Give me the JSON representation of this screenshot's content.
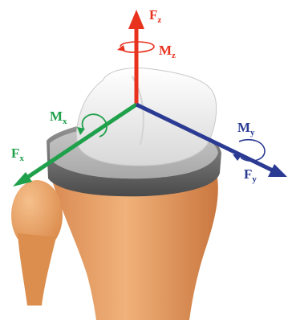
{
  "labels": {
    "fz": {
      "main": "F",
      "sub": "z"
    },
    "mz": {
      "main": "M",
      "sub": "z"
    },
    "mx": {
      "main": "M",
      "sub": "x"
    },
    "fx": {
      "main": "F",
      "sub": "x"
    },
    "my": {
      "main": "M",
      "sub": "y"
    },
    "fy": {
      "main": "F",
      "sub": "y"
    }
  },
  "colors": {
    "z_axis": "#e8321e",
    "x_axis": "#1fa04a",
    "y_axis": "#2b3b93",
    "bone": "#e8a064",
    "insert": "#f2f2f2",
    "tray": "#7a7a7a"
  }
}
